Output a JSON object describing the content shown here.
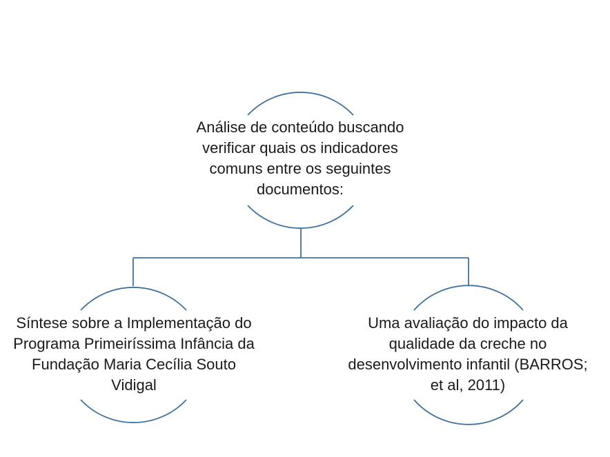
{
  "diagram": {
    "root": {
      "text": "Análise de conteúdo buscando\nverificar quais os indicadores\ncomuns entre os seguintes\ndocumentos:"
    },
    "children": [
      {
        "text": "Síntese sobre a Implementação do\nPrograma Primeiríssima Infância da\nFundação Maria Cecília Souto\nVidigal"
      },
      {
        "text": "Uma avaliação do impacto da\nqualidade da creche no\ndesenvolvimento infantil (BARROS;\net al, 2011)"
      }
    ],
    "colors": {
      "stroke": "#41719c",
      "text": "#1a1a1a",
      "background": "#ffffff"
    }
  }
}
